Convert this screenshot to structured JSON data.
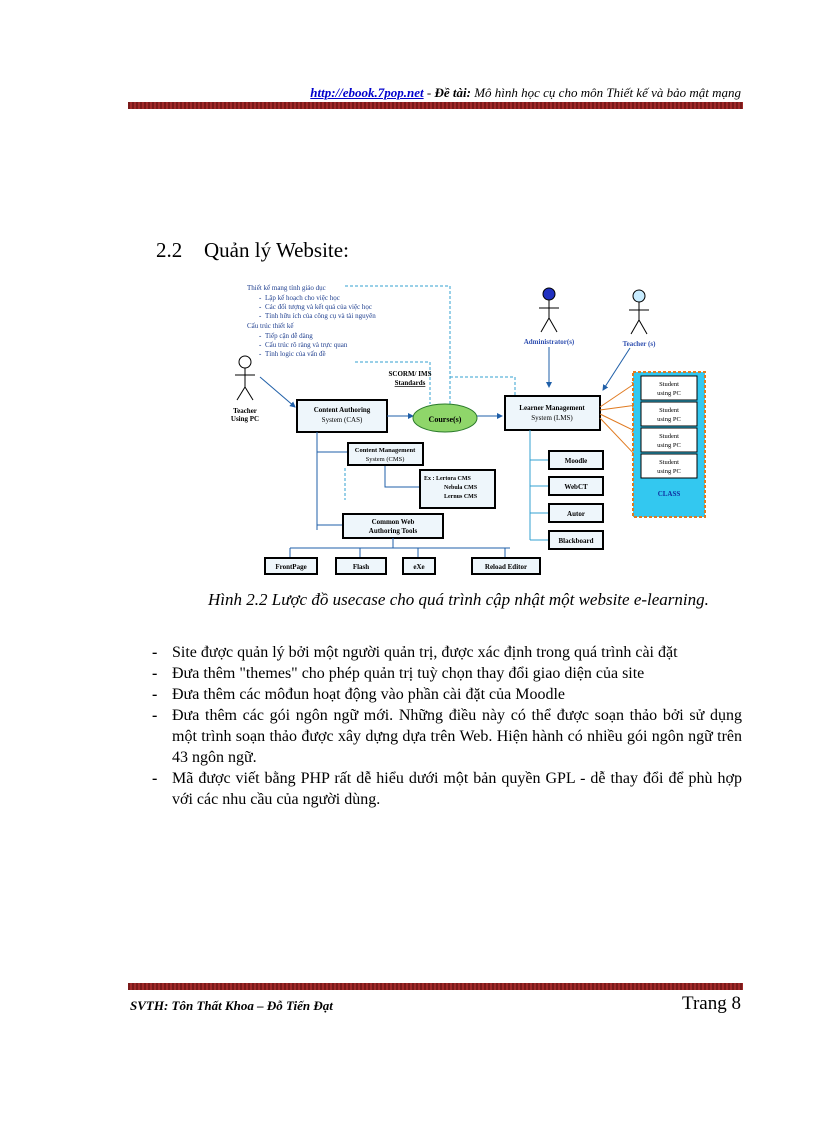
{
  "header": {
    "link": "http://ebook.7pop.net",
    "sep": " - ",
    "topic_label": "Đề tài:",
    "topic": " Mô hình học cụ cho môn Thiết kế và bảo mật mạng"
  },
  "section": {
    "number": "2.2",
    "title": "Quản lý Website:"
  },
  "figure": {
    "notes": [
      "Thiết kế mang tính giáo dục",
      "Lập kế hoạch cho việc học",
      "Các đối tượng và kết quả của việc học",
      "Tính hữu ích của công cụ và tài nguyên",
      "Cấu trúc thiết kế",
      "Tiếp cận dễ dàng",
      "Cấu trúc rõ ràng và trực quan",
      "Tính logic của vấn đề"
    ],
    "teacher_left": [
      "Teacher",
      "Using PC"
    ],
    "administrator": "Administrator(s)",
    "teacher_right": "Teacher (s)",
    "scorm": [
      "SCORM/ IMS",
      "Standards"
    ],
    "cas": [
      "Content Authoring",
      "System (CAS)"
    ],
    "course": "Course(s)",
    "lms": [
      "Learner Management",
      "System (LMS)"
    ],
    "cms": [
      "Content Management",
      "System (CMS)"
    ],
    "cms_examples": [
      "Ex   : Lertora CMS",
      "Nebula CMS",
      "Lernus CMS"
    ],
    "web_tools": [
      "Common Web",
      "Authoring Tools"
    ],
    "tools": [
      "FrontPage",
      "Flash",
      "eXe",
      "Reload Editor"
    ],
    "lms_list": [
      "Moodle",
      "WebCT",
      "Autor",
      "Blackboard"
    ],
    "students": [
      [
        "Student",
        "using PC"
      ],
      [
        "Student",
        "using PC"
      ],
      [
        "Student",
        "using PC"
      ],
      [
        "Student",
        "using PC"
      ]
    ],
    "class_label": "CLASS"
  },
  "caption": "Hình 2.2 Lược đồ usecase cho quá trình cập nhật một website e-learning.",
  "bullets": [
    "Site được quản lý bởi một người quản trị, được xác định trong quá trình cài đặt",
    "Đưa thêm \"themes\" cho phép quản trị tuỳ chọn thay đổi giao diện của site",
    "Đưa thêm các môđun hoạt động vào phần cài đặt của Moodle",
    "Đưa thêm các gói ngôn ngữ mới. Những điều này có thể được soạn thảo bởi sử dụng một trình soạn thảo được xây dựng dựa trên Web. Hiện hành có nhiều gói ngôn ngữ trên 43 ngôn ngữ.",
    "Mã được viết bằng PHP rất dễ hiểu dưới một bản quyền GPL - dễ thay đổi để phù hợp với các nhu cầu của người dùng."
  ],
  "bullet_mark": "-",
  "footer": {
    "authors": "SVTH: Tôn Thất Khoa – Đỗ Tiến Đạt",
    "page": "Trang 8"
  }
}
